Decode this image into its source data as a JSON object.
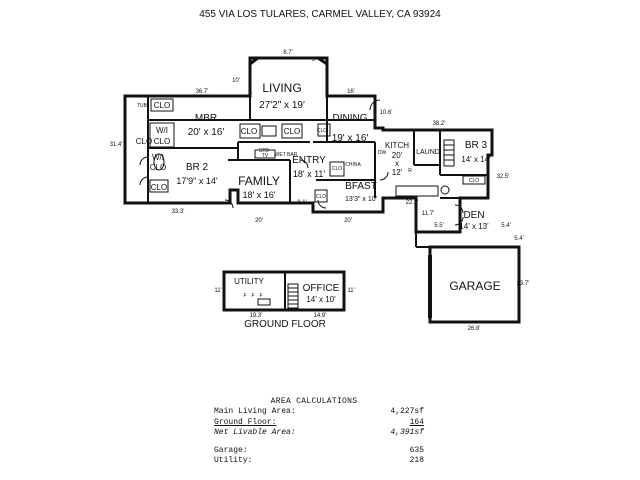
{
  "header": {
    "address": "455 VIA LOS TULARES, CARMEL VALLEY, CA  93924"
  },
  "rooms": {
    "living": {
      "name": "LIVING",
      "size": "27'2\" x 19'"
    },
    "mbr": {
      "name": "MBR",
      "size": "20' x 16'"
    },
    "dining": {
      "name": "DINING",
      "size": "19' x 16'"
    },
    "br2": {
      "name": "BR 2",
      "size": "17'9\" x 14'"
    },
    "family": {
      "name": "FAMILY",
      "size": "18' x 16'"
    },
    "entry": {
      "name": "ENTRY",
      "size": "18' x 11'"
    },
    "kitch": {
      "name": "KITCH",
      "size_a": "20'",
      "size_b": "x",
      "size_c": "12'"
    },
    "laund": {
      "name": "LAUND"
    },
    "br3": {
      "name": "BR 3",
      "size": "14' x 14'"
    },
    "bfast": {
      "name": "BFAST",
      "size": "13'3\" x 10'"
    },
    "den": {
      "name": "DEN",
      "size": "14' x 13'"
    },
    "garage": {
      "name": "GARAGE"
    },
    "utility": {
      "name": "UTILITY"
    },
    "office": {
      "name": "OFFICE",
      "size": "14' x 10'"
    }
  },
  "labels": {
    "clo": "CLO",
    "wi": "W/I",
    "tub": "TUB",
    "china": "CHINA",
    "tv": "TV",
    "std": "STD",
    "wet_bar": "WET BAR",
    "dw": "DW",
    "r": "R",
    "f": "F",
    "ground_floor": "GROUND FLOOR"
  },
  "dims": {
    "d8_7": "8.7'",
    "d9a": "9'",
    "d9b": "9'",
    "d10": "10'",
    "d36_7": "36.7'",
    "d16": "16'",
    "d10_6": "10.6'",
    "d38_2": "38.2'",
    "d31_4": "31.4'",
    "d32_5": "32.5'",
    "d33_3": "33.3'",
    "d20a": "20'",
    "d8_1": "8.1'",
    "d20b": "20'",
    "d22_2": "22.2'",
    "d11_7": "11.7'",
    "d5_5": "5.5'",
    "d5_4a": "5.4'",
    "d5_4b": "5.4'",
    "d23_7": "23.7'",
    "d26_8": "26.8'",
    "d11a": "11'",
    "d11b": "11'",
    "d19_3": "19.3'",
    "d14_9": "14.9'"
  },
  "area_calc": {
    "title": "AREA CALCULATIONS",
    "rows": [
      {
        "label": "Main Living Area:",
        "value": "4,227sf",
        "style": ""
      },
      {
        "label": "Ground Floor:",
        "value": "164",
        "style": "u"
      },
      {
        "label": "Net Livable Area:",
        "value": "4,391sf",
        "style": "i"
      },
      {
        "label": "Garage:",
        "value": "635",
        "style": ""
      },
      {
        "label": "Utility:",
        "value": "218",
        "style": ""
      }
    ]
  }
}
